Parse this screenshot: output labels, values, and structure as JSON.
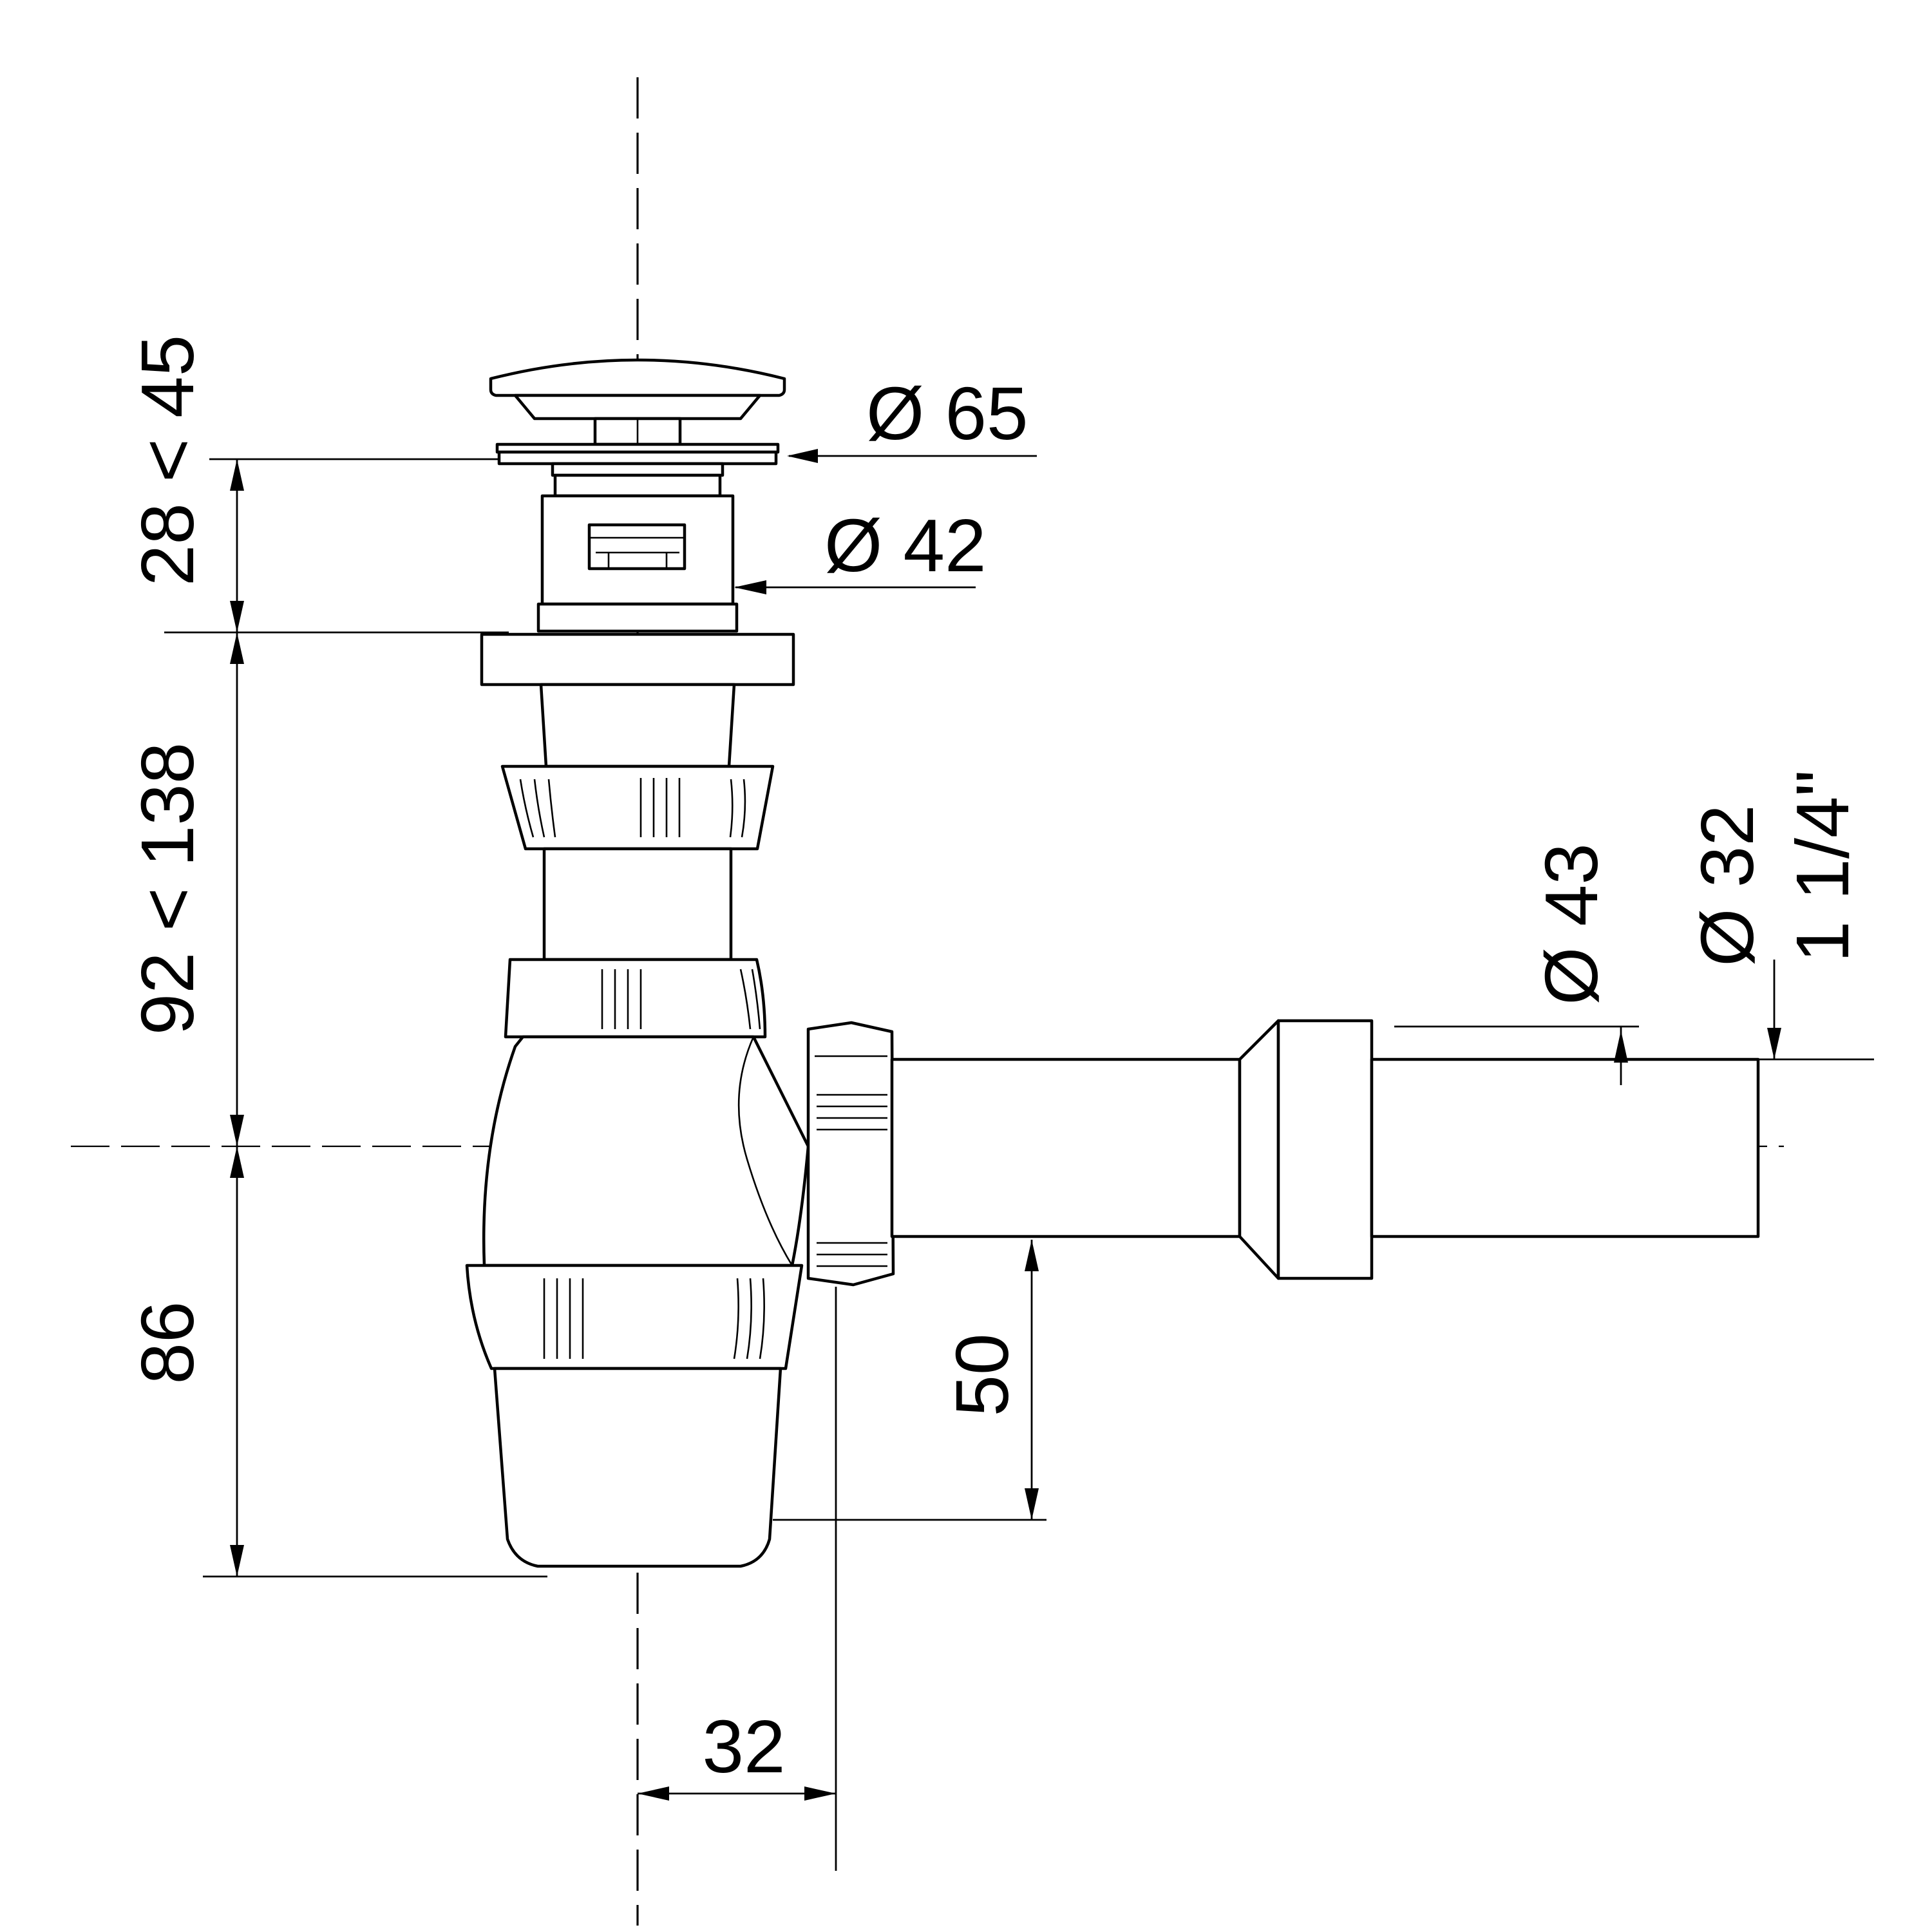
{
  "drawing": {
    "subject": "bottle-trap",
    "line_color": "#000000",
    "background": "#ffffff"
  },
  "dimensions": {
    "cap_diameter": "Ø 65",
    "body_diameter": "Ø 42",
    "outlet_socket_diameter": "Ø 43",
    "outlet_pipe_diameter": "Ø 32",
    "outlet_thread": "1 1/4\"",
    "plug_height_range": "28 < 45",
    "tailpiece_range": "92 < 138",
    "trap_depth": "86",
    "outlet_offset_height": "50",
    "outlet_offset_width": "32"
  }
}
